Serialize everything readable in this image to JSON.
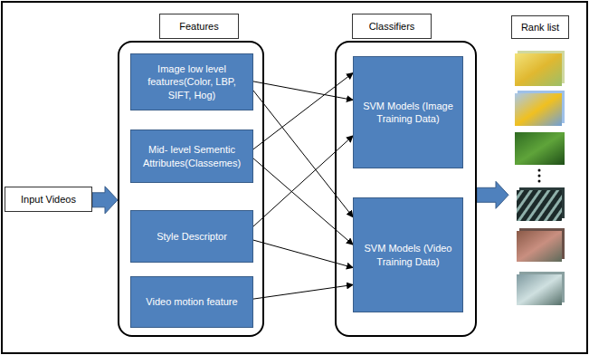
{
  "diagram": {
    "nodes": [
      {
        "text": [
          "Input Videos"
        ]
      },
      {
        "text": [
          "Features"
        ]
      },
      {
        "text": [
          "Image low level features(Color, LBP, SIFT, Hog)"
        ],
        "in": 1
      },
      {
        "text": [
          "Mid- level Sementic Attributes(Classemes)"
        ],
        "in": 1
      },
      {
        "text": [
          "Style Descriptor"
        ],
        "in": 1
      },
      {
        "text": [
          "Video motion feature"
        ],
        "in": 1
      },
      {
        "text": [
          "Classifiers"
        ]
      },
      {
        "text": [
          "SVM Models (Image Training Data)"
        ],
        "in": 6
      },
      {
        "text": [
          "SVM Models (Video Training Data)"
        ],
        "in": 6
      },
      {
        "text": [
          "Rank list"
        ]
      }
    ],
    "edges": [
      {
        "from": 0,
        "to": 1,
        "arrow": "to"
      },
      {
        "from": 2,
        "to": 7,
        "arrow": "to"
      },
      {
        "from": 2,
        "to": 8,
        "arrow": "to"
      },
      {
        "from": 3,
        "to": 7,
        "arrow": "to"
      },
      {
        "from": 3,
        "to": 8,
        "arrow": "to"
      },
      {
        "from": 4,
        "to": 7,
        "arrow": "to"
      },
      {
        "from": 4,
        "to": 8,
        "arrow": "to"
      },
      {
        "from": 5,
        "to": 8,
        "arrow": "to"
      },
      {
        "from": 6,
        "to": 9,
        "arrow": "to"
      }
    ]
  }
}
